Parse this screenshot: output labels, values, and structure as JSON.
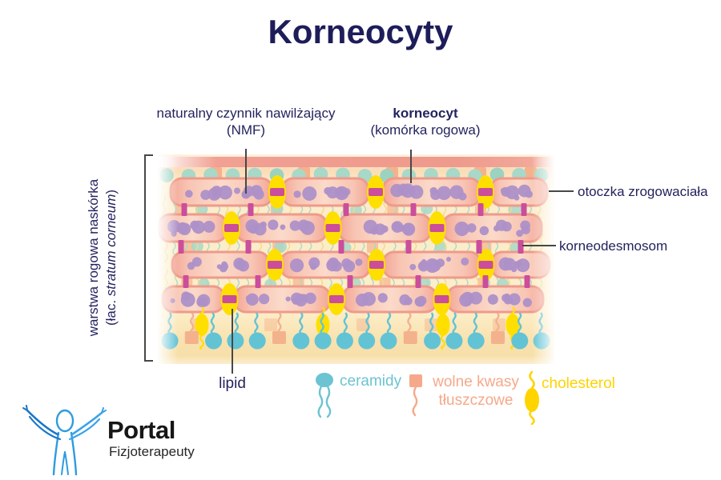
{
  "title": "Korneocyty",
  "annotations": {
    "nmf": {
      "line1": "naturalny czynnik nawilżający",
      "line2": "(NMF)"
    },
    "korneocyt": {
      "line1": "korneocyt",
      "line2": "(komórka rogowa)"
    },
    "otoczka": "otoczka zrogowaciała",
    "korneodesmosom": "korneodesmosom",
    "lipid": "lipid",
    "side": {
      "line1": "warstwa rogowa naskórka",
      "line2_prefix": "(łac. ",
      "line2_italic": "stratum corneum",
      "line2_suffix": ")"
    }
  },
  "legend": {
    "ceramidy": {
      "label": "ceramidy",
      "color": "#6cc3d1",
      "icon": "ceramide-icon"
    },
    "wolne_kwasy": {
      "label_line1": "wolne kwasy",
      "label_line2": "tłuszczowe",
      "color": "#f5a98a",
      "icon": "fatty-acid-icon"
    },
    "cholesterol": {
      "label": "cholesterol",
      "color": "#ffd400",
      "icon": "cholesterol-icon"
    }
  },
  "logo": {
    "name": "Portal",
    "subtitle": "Fizjoterapeuty",
    "figure_color": "#2d9be0"
  },
  "colors": {
    "navy": "#23235f",
    "title_navy": "#1d1d5a",
    "line_gray": "#474747",
    "cell_border": "#ef9a8a",
    "cell_mid": "#fbdac9",
    "cell_edge": "#f3a696",
    "purple": "#ad90c8",
    "magenta": "#cb4d9c",
    "yellow": "#ffdf00",
    "teal_pale": "#a7d8c8",
    "teal_strong": "#62c3d5",
    "salmon_square": "#f4b28c",
    "salmon_tail": "#f3b193",
    "pale_yellow_squiggle": "#efd88e",
    "bg_cream": "#fdeec9",
    "bg_peach": "#fbdcb8",
    "bg_band": "#f7dfa9",
    "topbar_salmon": "#ee9a8c"
  }
}
